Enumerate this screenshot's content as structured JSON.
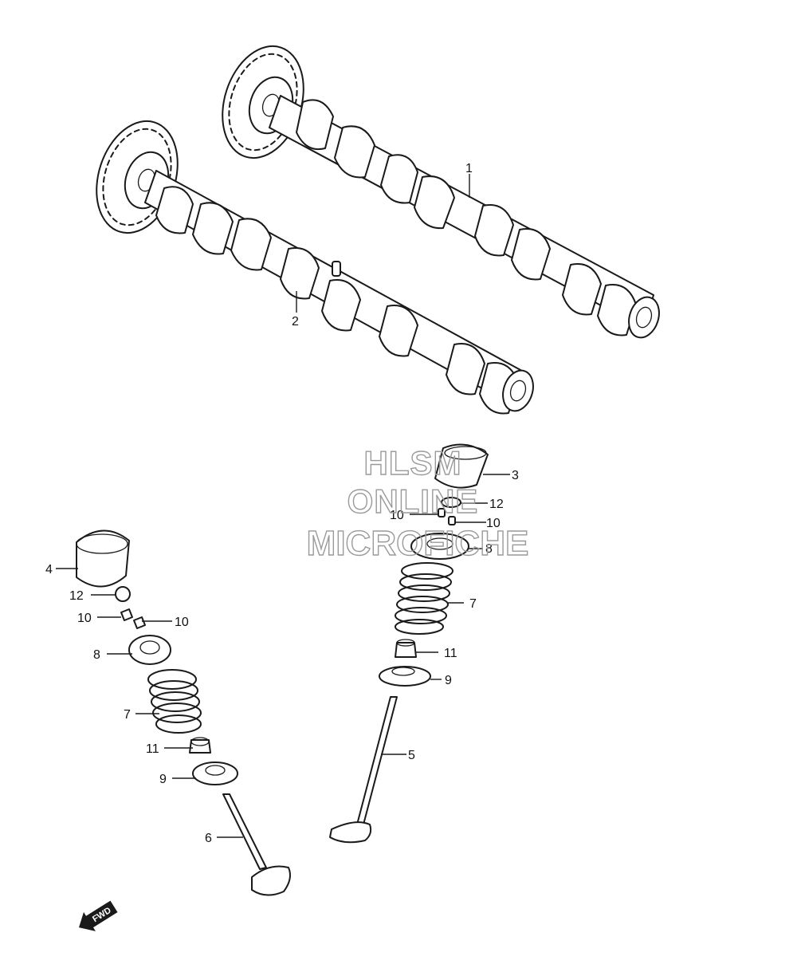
{
  "diagram": {
    "callouts": {
      "c1": "1",
      "c2": "2",
      "c3": "3",
      "c4": "4",
      "c5": "5",
      "c6": "6",
      "c7a": "7",
      "c7b": "7",
      "c8a": "8",
      "c8b": "8",
      "c9a": "9",
      "c9b": "9",
      "c10a": "10",
      "c10b": "10",
      "c10c": "10",
      "c10d": "10",
      "c11a": "11",
      "c11b": "11",
      "c12a": "12",
      "c12b": "12"
    },
    "watermark": {
      "line1": "HLSM",
      "line2": "ONLINE",
      "line3": "MICROFICHE"
    },
    "fwd_badge": "FWD"
  }
}
